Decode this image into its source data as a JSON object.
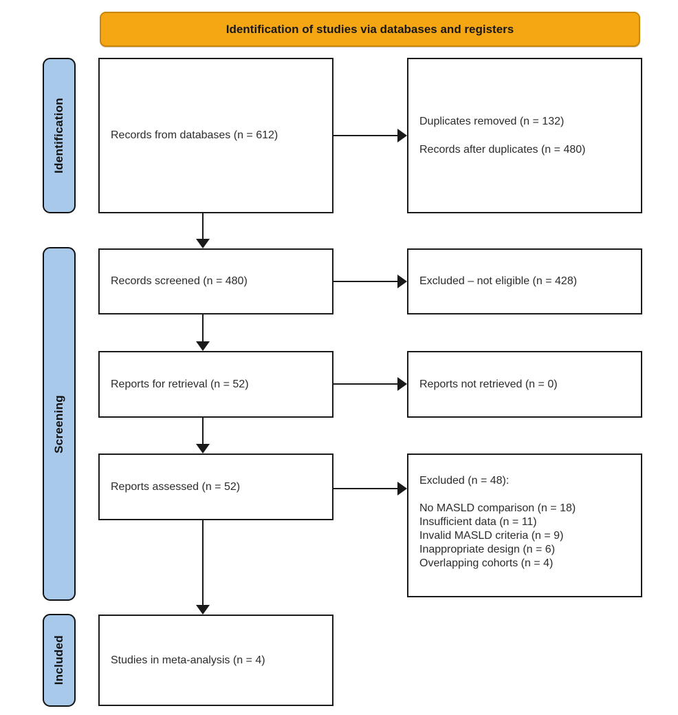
{
  "banner": {
    "title": "Identification of studies via databases and registers"
  },
  "stages": {
    "identification": "Identification",
    "screening": "Screening",
    "included": "Included"
  },
  "boxes": {
    "records_databases": "Records from databases (n = 612)",
    "duplicates_removed": "Duplicates removed (n = 132)",
    "records_after_duplicates": "Records after duplicates (n = 480)",
    "records_screened": "Records screened (n = 480)",
    "excluded_not_eligible": "Excluded – not eligible (n = 428)",
    "reports_retrieval": "Reports for retrieval (n = 52)",
    "reports_not_retrieved": "Reports not retrieved (n = 0)",
    "reports_assessed": "Reports assessed (n = 52)",
    "excluded_heading": "Excluded (n = 48):",
    "excluded_reasons": [
      "No MASLD comparison (n = 18)",
      "Insufficient data (n = 11)",
      "Invalid MASLD criteria (n = 9)",
      "Inappropriate design (n = 6)",
      "Overlapping cohorts (n = 4)"
    ],
    "studies_meta": "Studies in meta-analysis (n = 4)"
  },
  "colors": {
    "banner_bg": "#F5A713",
    "banner_border": "#C8860A",
    "stage_bg": "#A9C9EB",
    "line_color": "#1a1a1a",
    "box_border": "#1a1a1a",
    "text_color": "#2b2b2b"
  }
}
